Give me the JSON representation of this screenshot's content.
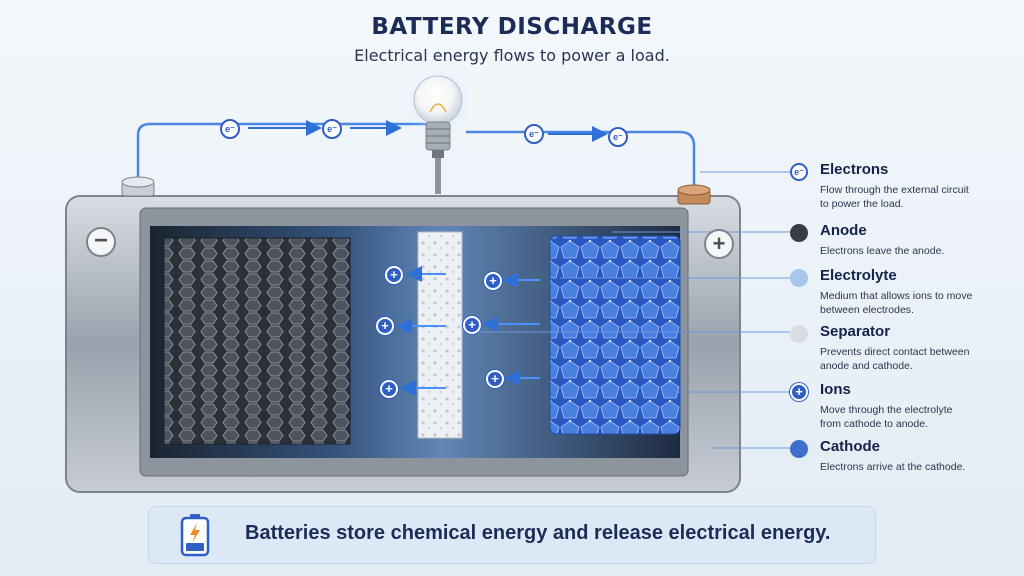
{
  "header": {
    "title": "BATTERY DISCHARGE",
    "subtitle": "Electrical energy flows to power a load."
  },
  "circuit": {
    "electron_symbol": "e⁻",
    "ion_symbol": "+",
    "negative_terminal_symbol": "−",
    "positive_terminal_symbol": "+"
  },
  "legend": [
    {
      "key": "electrons",
      "title": "Electrons",
      "desc_line1": "Flow through the external circuit",
      "desc_line2": "to power the load.",
      "color": "#2f5fc4",
      "symbol": "e⁻"
    },
    {
      "key": "anode",
      "title": "Anode",
      "desc_line1": "Electrons leave the anode.",
      "desc_line2": "",
      "color": "#3a3d44",
      "symbol": ""
    },
    {
      "key": "electrolyte",
      "title": "Electrolyte",
      "desc_line1": "Medium that allows ions to move",
      "desc_line2": "between electrodes.",
      "color": "#a9c7ec",
      "symbol": ""
    },
    {
      "key": "separator",
      "title": "Separator",
      "desc_line1": "Prevents direct contact between",
      "desc_line2": "anode and cathode.",
      "color": "#d9dde2",
      "symbol": ""
    },
    {
      "key": "ions",
      "title": "Ions",
      "desc_line1": "Move through the electrolyte",
      "desc_line2": "from cathode to anode.",
      "color": "#2f5fc4",
      "symbol": "+"
    },
    {
      "key": "cathode",
      "title": "Cathode",
      "desc_line1": "Electrons arrive at the cathode.",
      "desc_line2": "",
      "color": "#3d6fcf",
      "symbol": ""
    }
  ],
  "footer": {
    "message": "Batteries store chemical energy and release electrical energy."
  }
}
